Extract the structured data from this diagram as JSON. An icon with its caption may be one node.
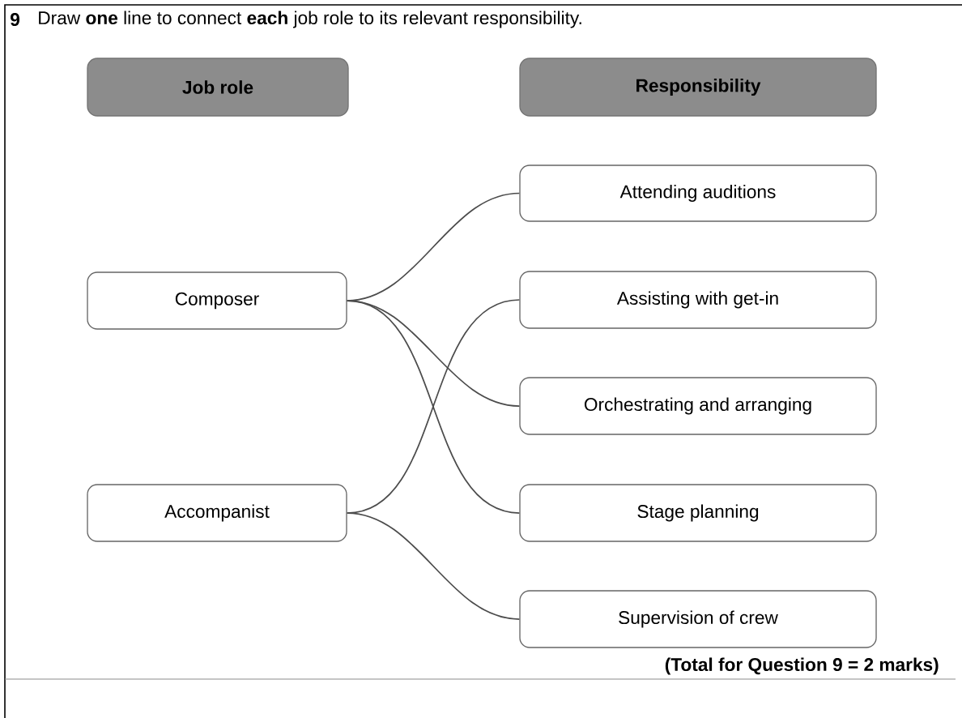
{
  "diagram": {
    "title": "Draw **one** line to connect **each** job role to its relevant responsibility.",
    "nodes": [
      {
        "text": [
          "Job role"
        ]
      },
      {
        "text": [
          "Responsibility"
        ]
      },
      {
        "text": [
          "Composer"
        ]
      },
      {
        "text": [
          "Accompanist"
        ]
      },
      {
        "text": [
          "Attending auditions"
        ]
      },
      {
        "text": [
          "Assisting with get-in"
        ]
      },
      {
        "text": [
          "Orchestrating and arranging"
        ]
      },
      {
        "text": [
          "Stage planning"
        ]
      },
      {
        "text": [
          "Supervision of crew"
        ]
      }
    ],
    "edges": [
      {
        "from": 2,
        "to": 4,
        "arrow": "none"
      },
      {
        "from": 2,
        "to": 6,
        "arrow": "none"
      },
      {
        "from": 2,
        "to": 7,
        "arrow": "none"
      },
      {
        "from": 3,
        "to": 5,
        "arrow": "none"
      },
      {
        "from": 3,
        "to": 8,
        "arrow": "none"
      }
    ],
    "labels": [
      "9",
      "(Total for Question 9 = 2 marks)"
    ]
  }
}
